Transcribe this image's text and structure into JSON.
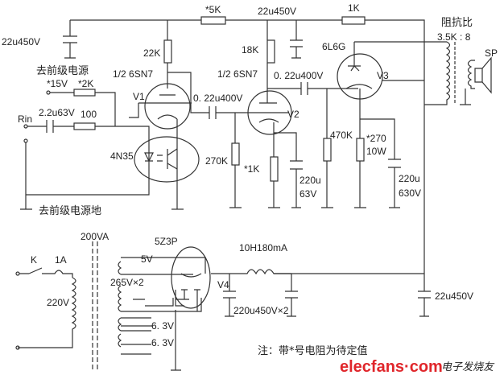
{
  "labels": {
    "r_5k": "*5K",
    "c_top": "22u450V",
    "r_1k": "1K",
    "c_left": "22u450V",
    "r_22k": "22K",
    "v1_type": "1/2 6SN7",
    "v1": "V1",
    "pre_power": "去前级电源",
    "v15": "*15V",
    "r_2k": "*2K",
    "rin": "Rin",
    "c_in": "2.2u63V",
    "r_100": "100",
    "opto": "4N35",
    "pre_ground": "去前级电源地",
    "c_couple1": "0. 22u400V",
    "r_270k": "270K",
    "r_18k": "18K",
    "v2_type": "1/2 6SN7",
    "v2": "V2",
    "r_1k_star": "*1K",
    "c_220u_a": "220u",
    "c_220u_b": "63V",
    "c_couple2": "0. 22u400V",
    "v3_type": "6L6G",
    "v3": "V3",
    "r_470k": "470K",
    "r_270_a": "*270",
    "r_270_b": "10W",
    "c_630_a": "220u",
    "c_630_b": "630V",
    "imp_title": "阻抗比",
    "imp_ratio": "3.5K : 8",
    "sp": "SP",
    "tx_power": "200VA",
    "switch": "K",
    "fuse": "1A",
    "mains": "220V",
    "v5": "5V",
    "v265": "265V×2",
    "v4_type": "5Z3P",
    "v4": "V4",
    "h1": "6. 3V",
    "h2": "6. 3V",
    "choke": "10H180mA",
    "c_filter": "220u450V×2",
    "c_out": "22u450V",
    "note": "注：带*号电阻为待定值"
  },
  "watermark": {
    "brand": "elecfans·com",
    "cn": "电子发烧友",
    "color": "#e0262b"
  }
}
